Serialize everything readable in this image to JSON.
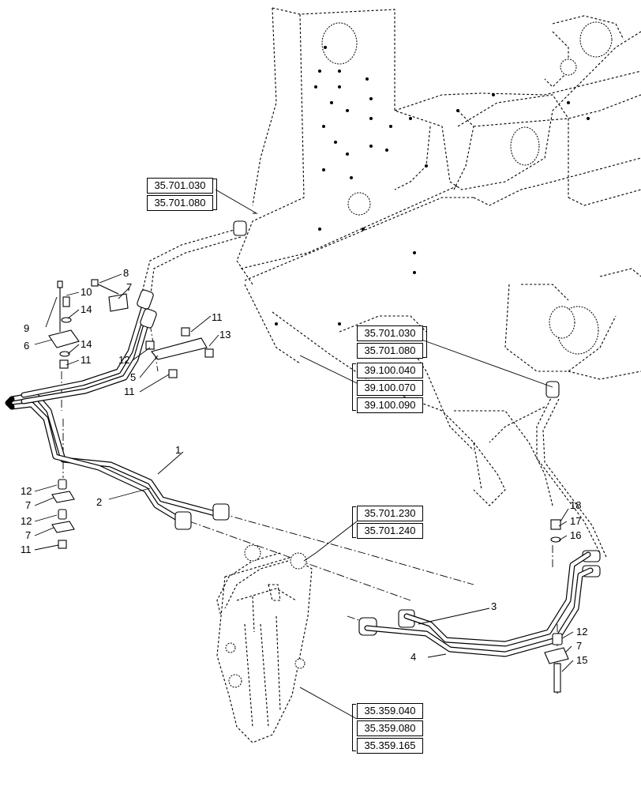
{
  "reference_groups": [
    {
      "id": "g1",
      "refs": [
        "35.701.030",
        "35.701.080"
      ]
    },
    {
      "id": "g2",
      "refs": [
        "35.701.030",
        "35.701.080"
      ]
    },
    {
      "id": "g3",
      "refs": [
        "39.100.040",
        "39.100.070",
        "39.100.090"
      ]
    },
    {
      "id": "g4",
      "refs": [
        "35.701.230",
        "35.701.240"
      ]
    },
    {
      "id": "g5",
      "refs": [
        "35.359.040",
        "35.359.080",
        "35.359.165"
      ]
    }
  ],
  "callouts": {
    "c1": "1",
    "c2": "2",
    "c3": "3",
    "c4": "4",
    "c5": "5",
    "c6": "6",
    "c7a": "7",
    "c7b": "7",
    "c7c": "7",
    "c7d": "7",
    "c8": "8",
    "c9": "9",
    "c10": "10",
    "c11a": "11",
    "c11b": "11",
    "c11c": "11",
    "c11d": "11",
    "c12a": "12",
    "c12b": "12",
    "c12c": "12",
    "c12d": "12",
    "c13": "13",
    "c14a": "14",
    "c14b": "14",
    "c15": "15",
    "c16": "16",
    "c17": "17",
    "c18": "18"
  }
}
